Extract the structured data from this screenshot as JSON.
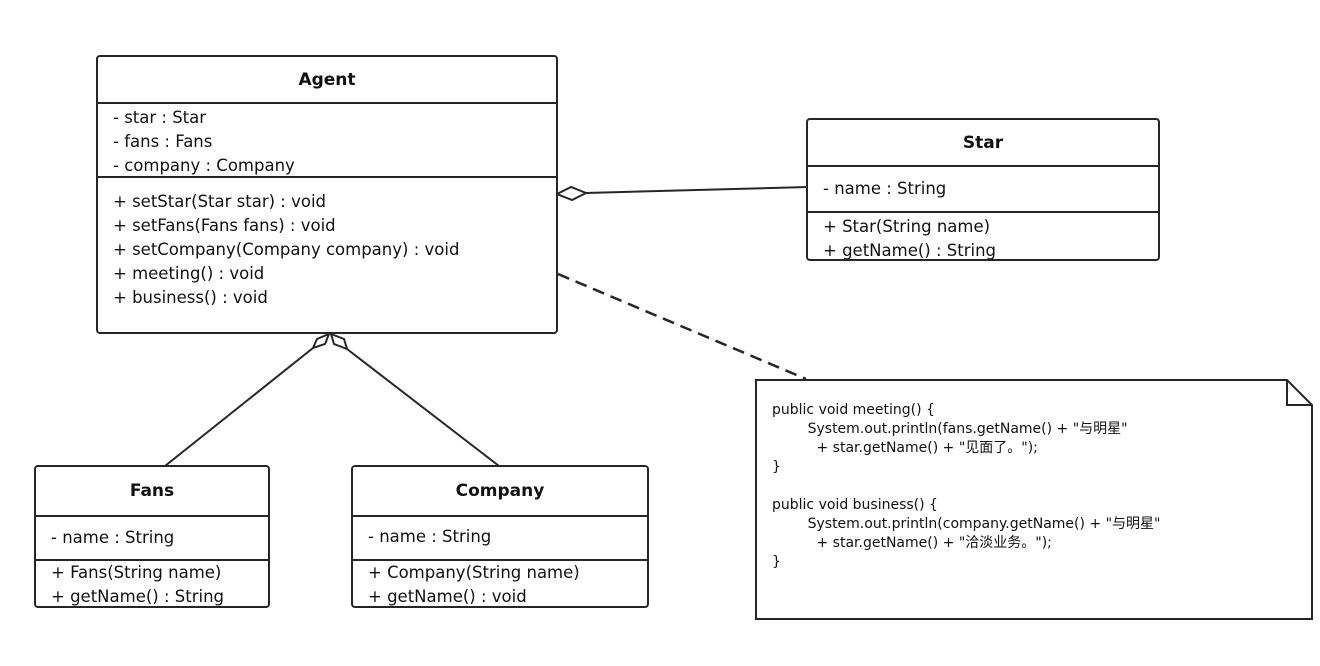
{
  "diagram": {
    "classes": {
      "agent": {
        "name": "Agent",
        "attributes": [
          "- star : Star",
          "- fans : Fans",
          "- company : Company"
        ],
        "operations": [
          "+ setStar(Star star) : void",
          "+ setFans(Fans fans) : void",
          "+ setCompany(Company company) : void",
          "+ meeting() : void",
          "+ business() : void"
        ]
      },
      "star": {
        "name": "Star",
        "attributes": [
          "- name : String"
        ],
        "operations": [
          "+ Star(String name)",
          "+ getName() : String"
        ]
      },
      "fans": {
        "name": "Fans",
        "attributes": [
          "- name : String"
        ],
        "operations": [
          "+ Fans(String name)",
          "+ getName() : String"
        ]
      },
      "company": {
        "name": "Company",
        "attributes": [
          "- name : String"
        ],
        "operations": [
          "+ Company(String name)",
          "+ getName() : void"
        ]
      }
    },
    "note": {
      "lines": [
        "public void meeting() {",
        "        System.out.println(fans.getName() + \"与明星\"",
        "          + star.getName() + \"见面了。\");",
        "}",
        "",
        "public void business() {",
        "        System.out.println(company.getName() + \"与明星\"",
        "          + star.getName() + \"洽淡业务。\");",
        "}"
      ]
    },
    "relationships": [
      {
        "type": "aggregation",
        "whole": "Agent",
        "part": "Star"
      },
      {
        "type": "aggregation",
        "whole": "Agent",
        "part": "Fans"
      },
      {
        "type": "aggregation",
        "whole": "Agent",
        "part": "Company"
      },
      {
        "type": "note-anchor",
        "from": "Agent",
        "to": "note"
      }
    ]
  }
}
